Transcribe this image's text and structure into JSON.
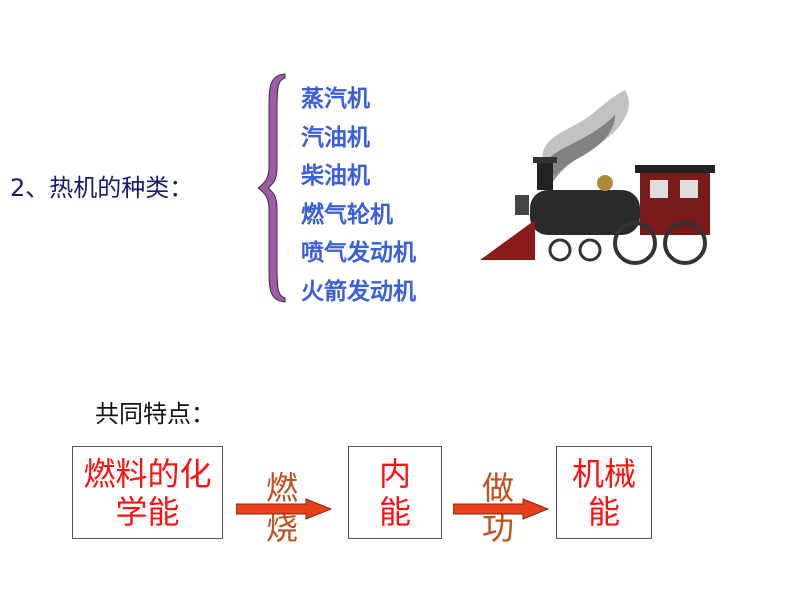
{
  "title": "2、热机的种类：",
  "engine_types": [
    "蒸汽机",
    "汽油机",
    "柴油机",
    "燃气轮机",
    "喷气发动机",
    "火箭发动机"
  ],
  "common_label": "共同特点：",
  "flow": {
    "box1": [
      "燃料的化",
      "学能"
    ],
    "arrow1": [
      "燃",
      "烧"
    ],
    "box2": [
      "内",
      "能"
    ],
    "arrow2": [
      "做",
      "功"
    ],
    "box3": [
      "机械",
      "能"
    ]
  },
  "colors": {
    "title": "#1a1a6e",
    "list": "#3a5fd9",
    "box_text": "#ff1010",
    "arrow_label": "#c0501a",
    "brace": "#a05aaa",
    "arrow": "#e8401a"
  }
}
